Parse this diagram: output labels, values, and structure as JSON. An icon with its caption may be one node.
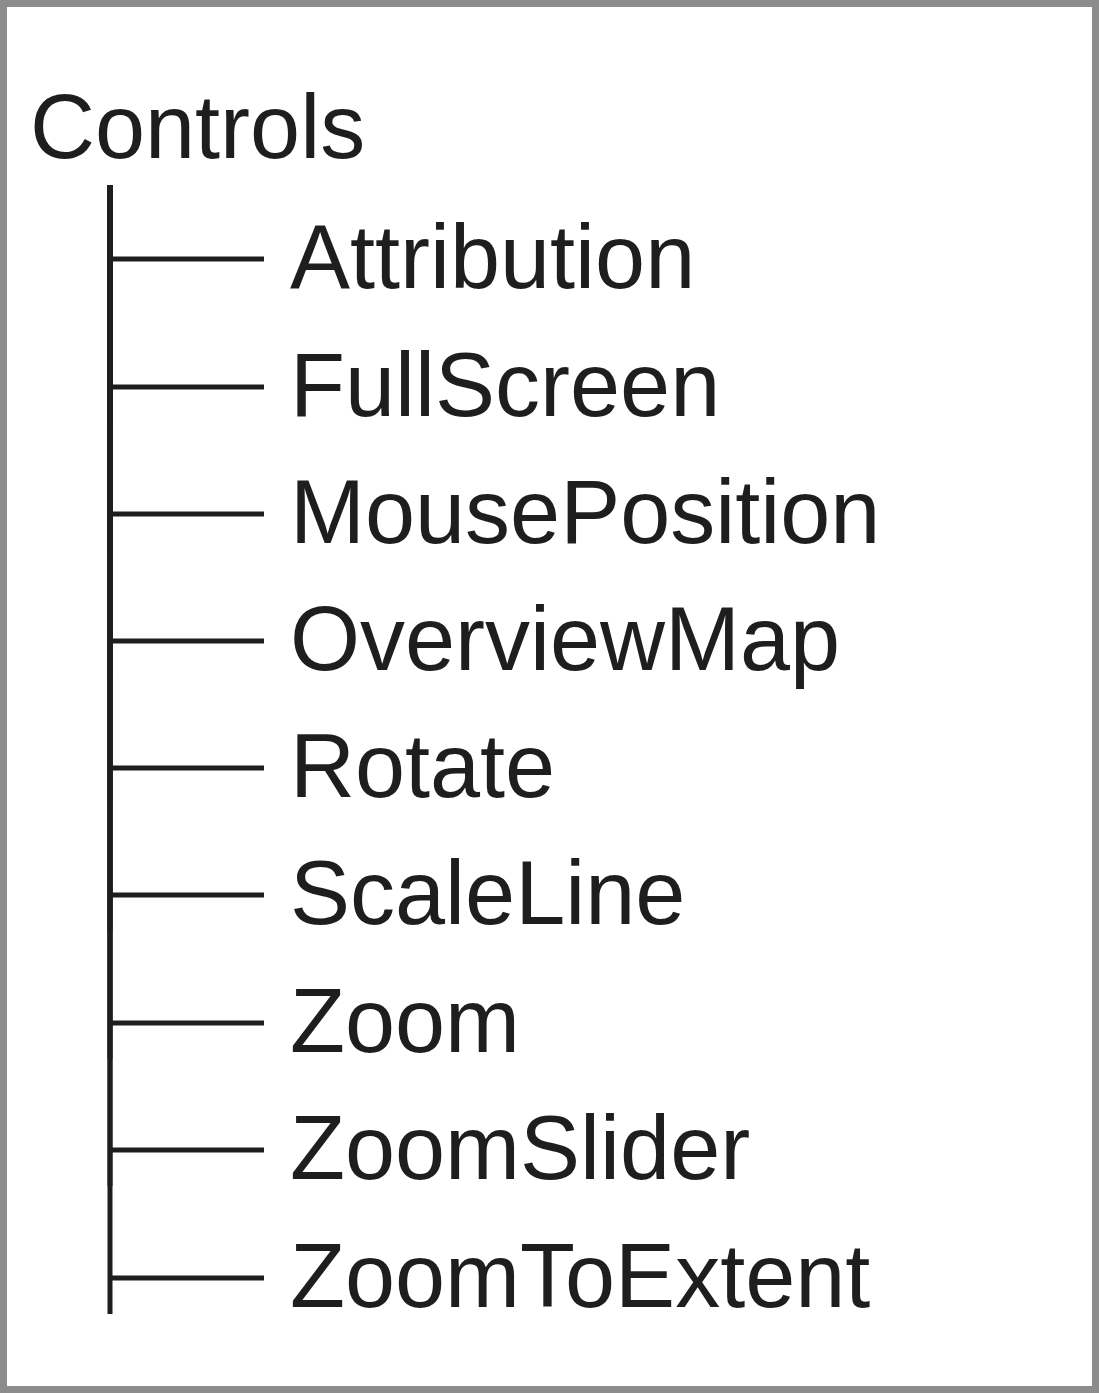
{
  "diagram": {
    "nodes": [
      {
        "text": [
          "Controls"
        ]
      },
      {
        "text": [
          "Attribution"
        ]
      },
      {
        "text": [
          "FullScreen"
        ]
      },
      {
        "text": [
          "MousePosition"
        ]
      },
      {
        "text": [
          "OverviewMap"
        ]
      },
      {
        "text": [
          "Rotate"
        ]
      },
      {
        "text": [
          "ScaleLine"
        ]
      },
      {
        "text": [
          "Zoom"
        ]
      },
      {
        "text": [
          "ZoomSlider"
        ]
      },
      {
        "text": [
          "ZoomToExtent"
        ]
      }
    ],
    "edges": [
      {
        "from": 0,
        "to": 1,
        "arrow": "none"
      },
      {
        "from": 0,
        "to": 2,
        "arrow": "none"
      },
      {
        "from": 0,
        "to": 3,
        "arrow": "none"
      },
      {
        "from": 0,
        "to": 4,
        "arrow": "none"
      },
      {
        "from": 0,
        "to": 5,
        "arrow": "none"
      },
      {
        "from": 0,
        "to": 6,
        "arrow": "none"
      },
      {
        "from": 0,
        "to": 7,
        "arrow": "none"
      },
      {
        "from": 0,
        "to": 8,
        "arrow": "none"
      },
      {
        "from": 0,
        "to": 9,
        "arrow": "none"
      }
    ]
  }
}
